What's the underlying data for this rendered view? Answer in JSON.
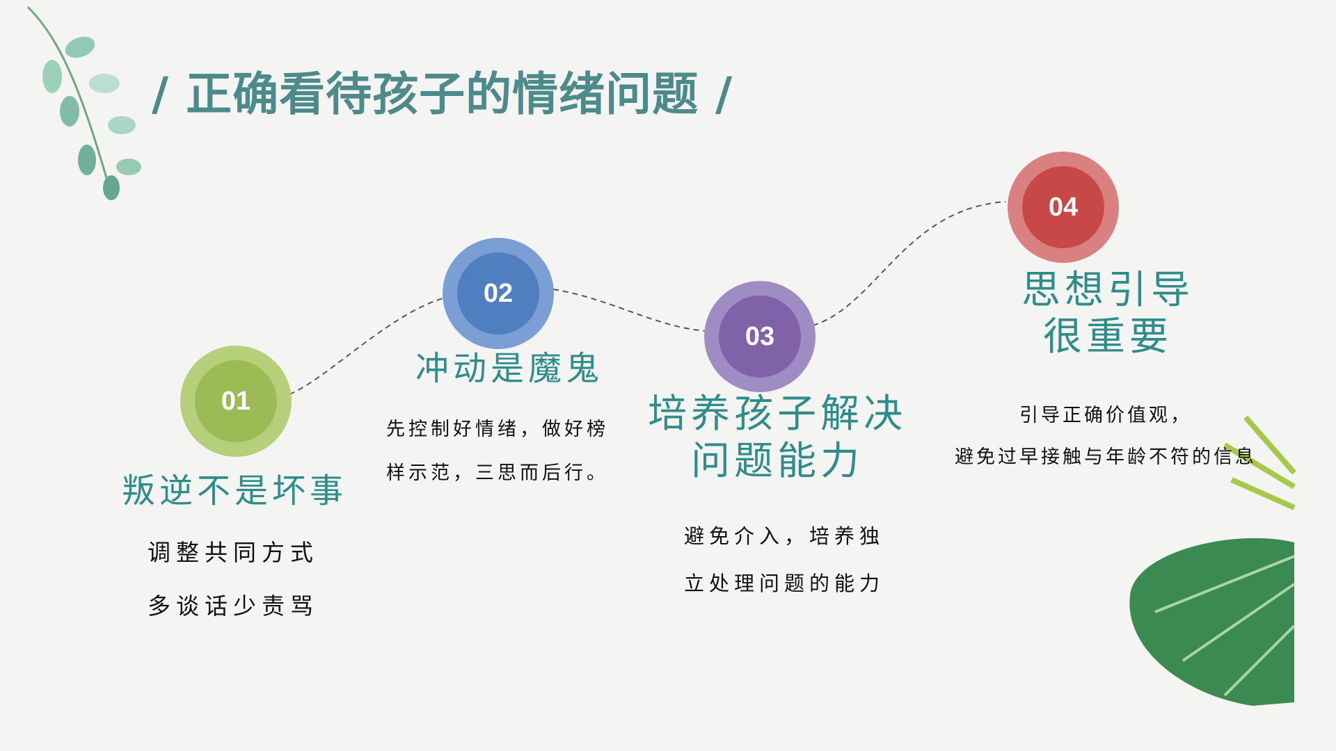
{
  "title": "/ 正确看待孩子的情绪问题 /",
  "colors": {
    "title": "#4d8a8c",
    "heading": "#2e8c8a",
    "green": "#9bbb55",
    "blue": "#4f7fc0",
    "purple": "#7f62a8",
    "red": "#c84848"
  },
  "steps": [
    {
      "number": "01",
      "heading": "叛逆不是坏事",
      "lines": [
        "调整共同方式",
        "多谈话少责骂"
      ]
    },
    {
      "number": "02",
      "heading": "冲动是魔鬼",
      "lines": [
        "先控制好情绪，做好榜",
        "样示范，三思而后行。"
      ]
    },
    {
      "number": "03",
      "heading_lines": [
        "培养孩子解决",
        "问题能力"
      ],
      "lines": [
        "避免介入，培养独",
        "立处理问题的能力"
      ]
    },
    {
      "number": "04",
      "heading_lines": [
        "思想引导",
        "很重要"
      ],
      "lines": [
        "引导正确价值观，",
        "避免过早接触与年龄不符的信息"
      ]
    }
  ]
}
